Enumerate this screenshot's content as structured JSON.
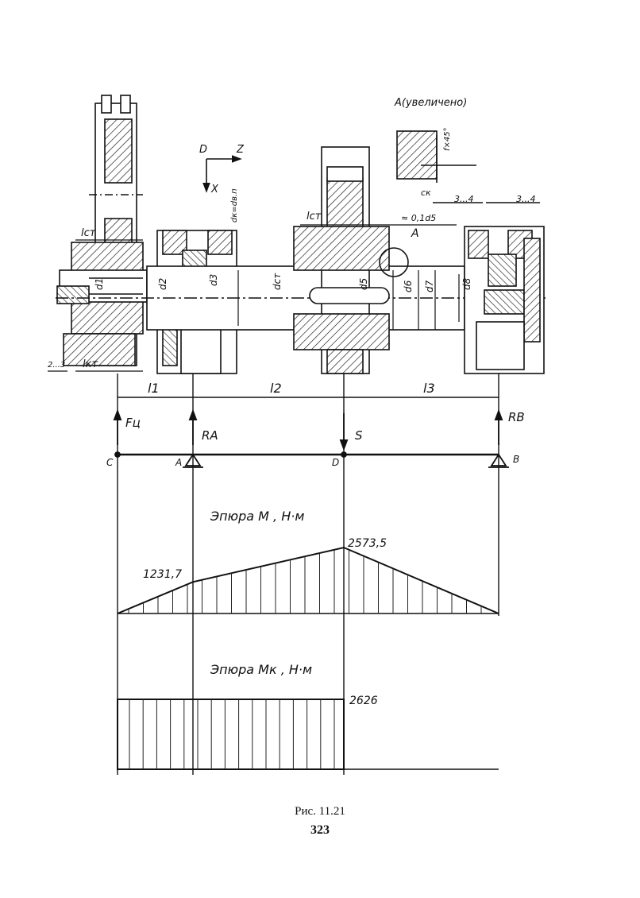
{
  "detail": {
    "title": "A(увеличено)",
    "callout": "A",
    "c_label": "cк",
    "f_label": "f×45°",
    "gap1": "3...4",
    "gap2": "3...4",
    "approx": "≈ 0,1d5"
  },
  "axes": {
    "origin": "D",
    "z": "Z",
    "x": "X"
  },
  "shaft": {
    "lst_left": "lст",
    "lkt": "lкт",
    "range_left": "2...3",
    "lst_mid": "lст",
    "d1": "d1",
    "d2": "d2",
    "d3": "d3",
    "dcr": "dст",
    "d5": "d5",
    "d6": "d6",
    "d7": "d7",
    "d8": "d8",
    "dkdbn": "dк=dв.п"
  },
  "spans": {
    "l1": "l1",
    "l2": "l2",
    "l3": "l3"
  },
  "loads": {
    "Fc": "Fц",
    "RA": "RA",
    "S": "S",
    "RB": "RB"
  },
  "points": {
    "C": "C",
    "A": "A",
    "D": "D",
    "B": "B"
  },
  "moment_diagram": {
    "title": "Эпюра  M ,  Н·м",
    "value_A": "1231,7",
    "value_D": "2573,5",
    "values": [
      0,
      1231.7,
      2573.5,
      0
    ]
  },
  "torque_diagram": {
    "title": "Эпюра  Mк ,  Н·м",
    "value": "2626",
    "values": [
      2626,
      2626,
      0
    ]
  },
  "caption": {
    "figure": "Рис. 11.21",
    "page": "323"
  }
}
